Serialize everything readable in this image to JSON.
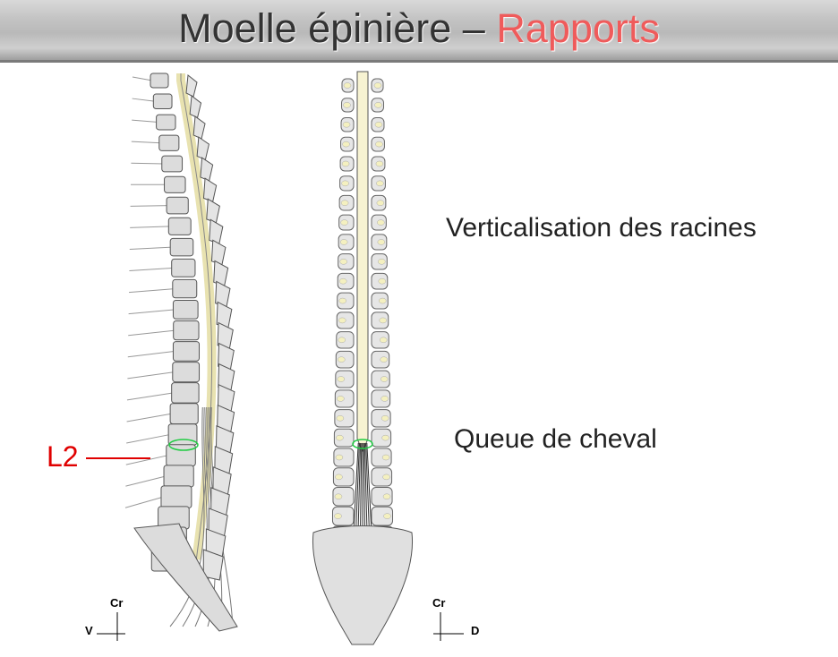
{
  "title": {
    "main": "Moelle épinière – ",
    "accent": "Rapports"
  },
  "labels": {
    "verticalisation": "Verticalisation des racines",
    "queue": "Queue de cheval",
    "vertebra": "L2"
  },
  "axes": {
    "lateral": {
      "cranial": "Cr",
      "ventral": "V"
    },
    "posterior": {
      "cranial": "Cr",
      "dorsal": "D"
    }
  },
  "colors": {
    "title": "#333333",
    "accent": "#ef5b5b",
    "vertebra_label": "#e00000",
    "marker": "#22cc44"
  }
}
